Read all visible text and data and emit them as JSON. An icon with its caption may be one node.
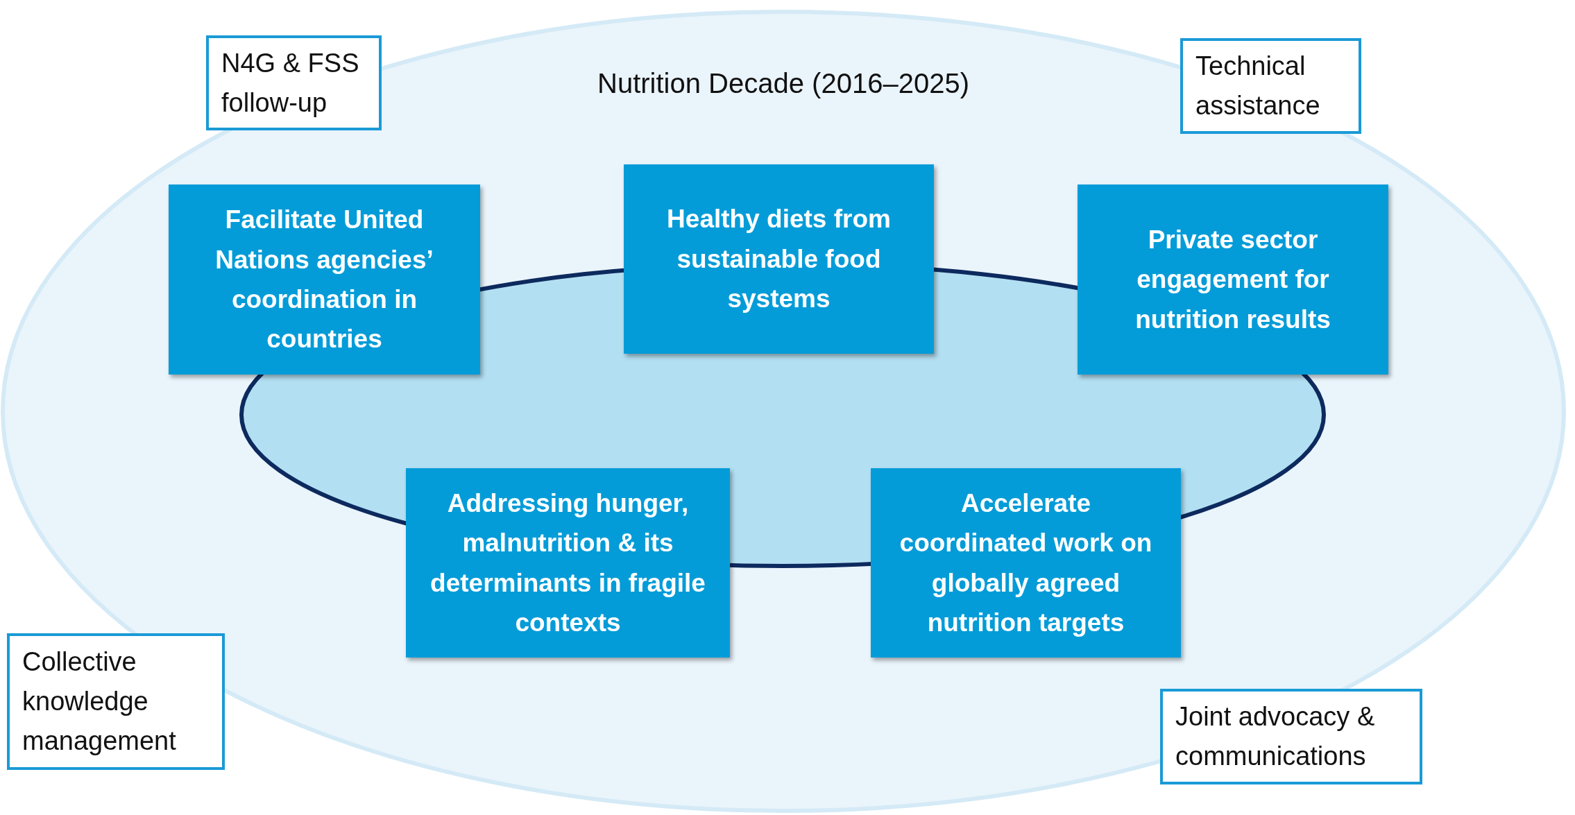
{
  "diagram": {
    "nodes": [
      {
        "text": [
          "Nutrition Decade (2016–2025)"
        ]
      },
      {
        "text": [
          "N4G & FSS follow-up"
        ]
      },
      {
        "text": [
          "Technical assistance"
        ]
      },
      {
        "text": [
          "Facilitate United Nations agencies’ coordination in countries"
        ],
        "in": 0
      },
      {
        "text": [
          "Healthy diets from sustainable food systems"
        ],
        "in": 0
      },
      {
        "text": [
          "Private sector engagement for nutrition results"
        ],
        "in": 0
      },
      {
        "text": [
          "Addressing hunger, malnutrition & its determinants in fragile contexts"
        ],
        "in": 0
      },
      {
        "text": [
          "Accelerate coordinated work on globally agreed nutrition targets"
        ],
        "in": 0
      },
      {
        "text": [
          "Collective knowledge management"
        ]
      },
      {
        "text": [
          "Joint advocacy & communications"
        ]
      }
    ]
  }
}
